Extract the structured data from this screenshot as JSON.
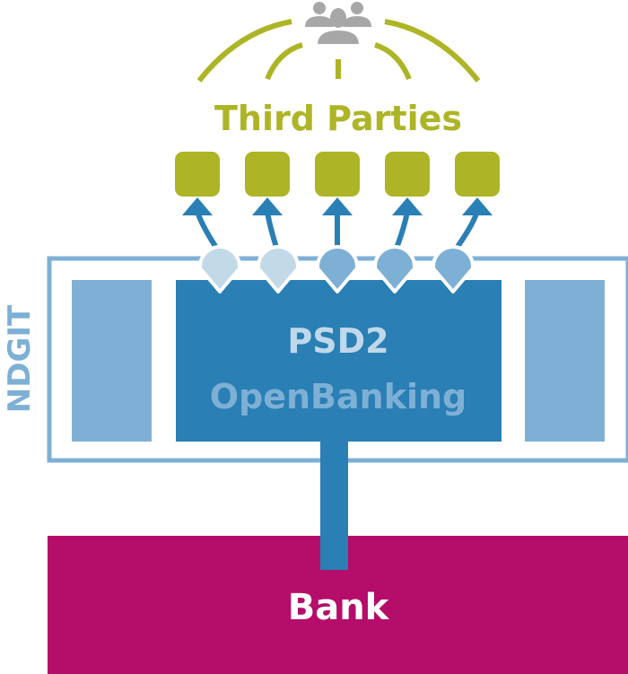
{
  "colors": {
    "third_party_green": "#adb526",
    "people_gray": "#a7a7a7",
    "psd2_blue": "#2a7fb5",
    "ndgit_light_blue": "#7eb0d5",
    "pin_pale_blue": "#c2d9e8",
    "bank_magenta": "#b50d6a",
    "psd2_text": "#bfd9ea",
    "openbanking_text": "#7eb0d5",
    "bank_text": "#ffffff"
  },
  "third_parties": {
    "title": "Third Parties",
    "icon": "people-group-icon",
    "nodes": [
      "third-party-1",
      "third-party-2",
      "third-party-3",
      "third-party-4",
      "third-party-5"
    ]
  },
  "connectors": [
    {
      "tone": "pale"
    },
    {
      "tone": "pale"
    },
    {
      "tone": "mid"
    },
    {
      "tone": "mid"
    },
    {
      "tone": "mid"
    }
  ],
  "ndgit": {
    "label": "NDGIT"
  },
  "psd2": {
    "line1": "PSD2",
    "line2": "OpenBanking"
  },
  "bank": {
    "label": "Bank"
  }
}
